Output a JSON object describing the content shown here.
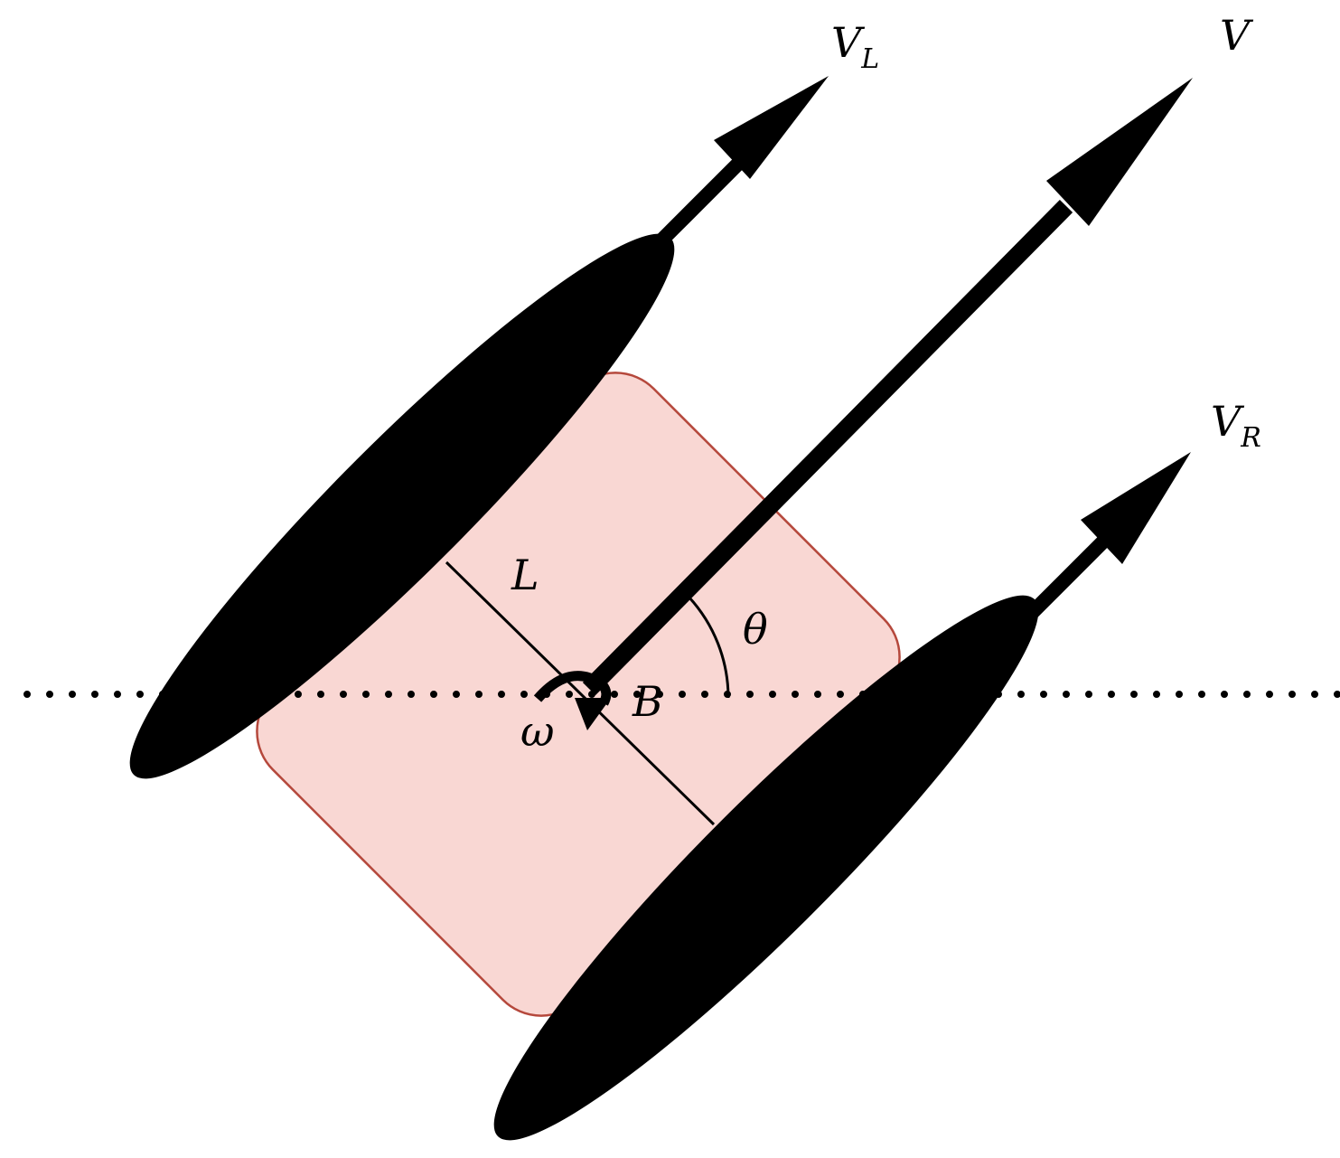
{
  "labels": {
    "v_left": "V",
    "v_left_sub": "L",
    "v_center": "V",
    "v_right": "V",
    "v_right_sub": "R",
    "length": "L",
    "base": "B",
    "angle": "θ",
    "omega": "ω"
  },
  "colors": {
    "body_fill": "#f9d7d3",
    "body_stroke": "#b5483c",
    "ink": "#000000",
    "background": "#ffffff"
  }
}
